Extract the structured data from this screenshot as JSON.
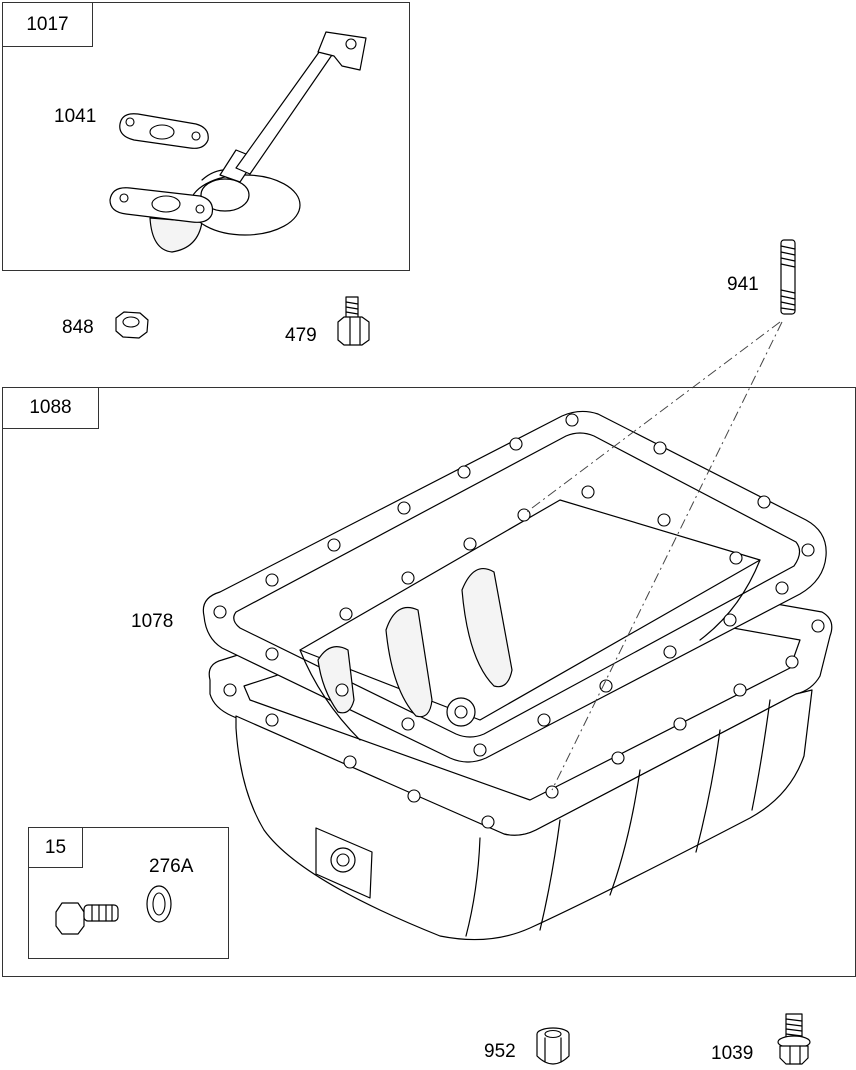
{
  "groups": {
    "dipstick_kit": "1017",
    "oil_pan_assembly": "1088",
    "drain_kit": "15"
  },
  "parts": {
    "gasket_1041": "1041",
    "nut_848": "848",
    "bolt_479": "479",
    "stud_941": "941",
    "gasket_1078": "1078",
    "washer_276A": "276A",
    "nut_952": "952",
    "bolt_1039": "1039"
  }
}
